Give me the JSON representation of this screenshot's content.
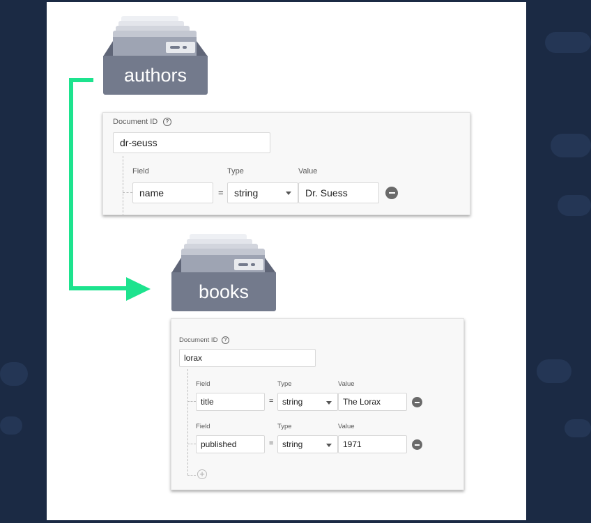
{
  "collections": {
    "authors": "authors",
    "books": "books"
  },
  "author_doc": {
    "doc_id_label": "Document ID",
    "doc_id": "dr-seuss",
    "field_header": "Field",
    "type_header": "Type",
    "value_header": "Value",
    "fields": [
      {
        "name": "name",
        "eq": "=",
        "type": "string",
        "value": "Dr. Suess"
      }
    ]
  },
  "book_doc": {
    "doc_id_label": "Document ID",
    "doc_id": "lorax",
    "fields": [
      {
        "field_label": "Field",
        "type_label": "Type",
        "value_label": "Value",
        "name": "title",
        "eq": "=",
        "type": "string",
        "value": "The Lorax"
      },
      {
        "field_label": "Field",
        "type_label": "Type",
        "value_label": "Value",
        "name": "published",
        "eq": "=",
        "type": "string",
        "value": "1971"
      }
    ]
  },
  "icons": {
    "help": "?",
    "add": "+"
  },
  "colors": {
    "arrow": "#1de38e",
    "background": "#1b2a44",
    "drawer": "#737a8c"
  }
}
